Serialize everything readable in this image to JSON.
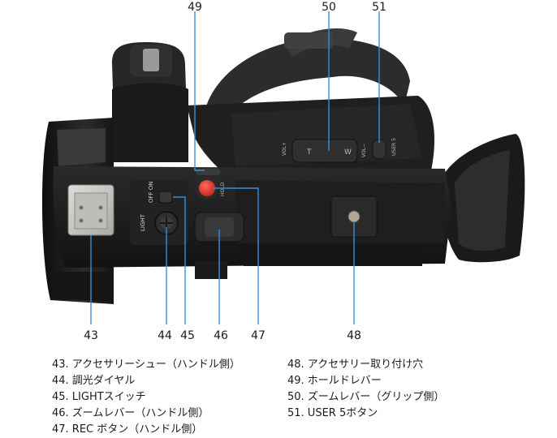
{
  "callouts": {
    "c43": "43",
    "c44": "44",
    "c45": "45",
    "c46": "46",
    "c47": "47",
    "c48": "48",
    "c49": "49",
    "c50": "50",
    "c51": "51"
  },
  "camera_labels": {
    "off_on": "OFF ON",
    "light": "LIGHT",
    "hold": "HOLD",
    "vol_plus": "VOL+",
    "vol_minus": "VOL−",
    "user5": "USER 5",
    "zoom_t": "T",
    "zoom_w": "W"
  },
  "legend": {
    "left": [
      "43. アクセサリーシュー（ハンドル側）",
      "44. 調光ダイヤル",
      "45. LIGHTスイッチ",
      "46. ズームレバー（ハンドル側）",
      "47. REC ボタン（ハンドル側）"
    ],
    "right": [
      "48. アクセサリー取り付け穴",
      "49. ホールドレバー",
      "50. ズームレバー（グリップ側）",
      "51. USER 5ボタン"
    ]
  },
  "colors": {
    "body": "#1c1c1c",
    "rec_button": "#e0302a",
    "leader_line": "#3a8fd8",
    "shoe_metal": "#c9c9c6"
  }
}
